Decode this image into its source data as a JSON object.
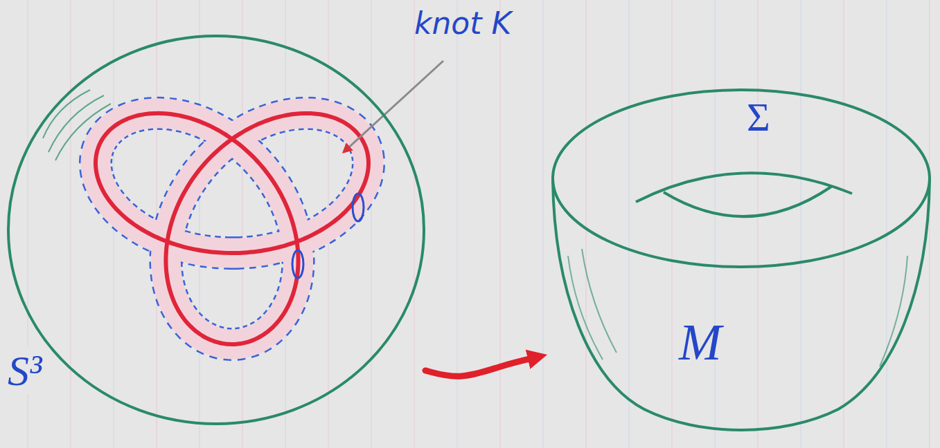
{
  "diagram": {
    "nodes": [
      {
        "text": [
          "knot K",
          "S³"
        ]
      },
      {
        "text": [
          "Σ",
          "M"
        ]
      }
    ],
    "edges": [
      {
        "from": 0,
        "to": 1,
        "arrow": "to"
      }
    ]
  }
}
